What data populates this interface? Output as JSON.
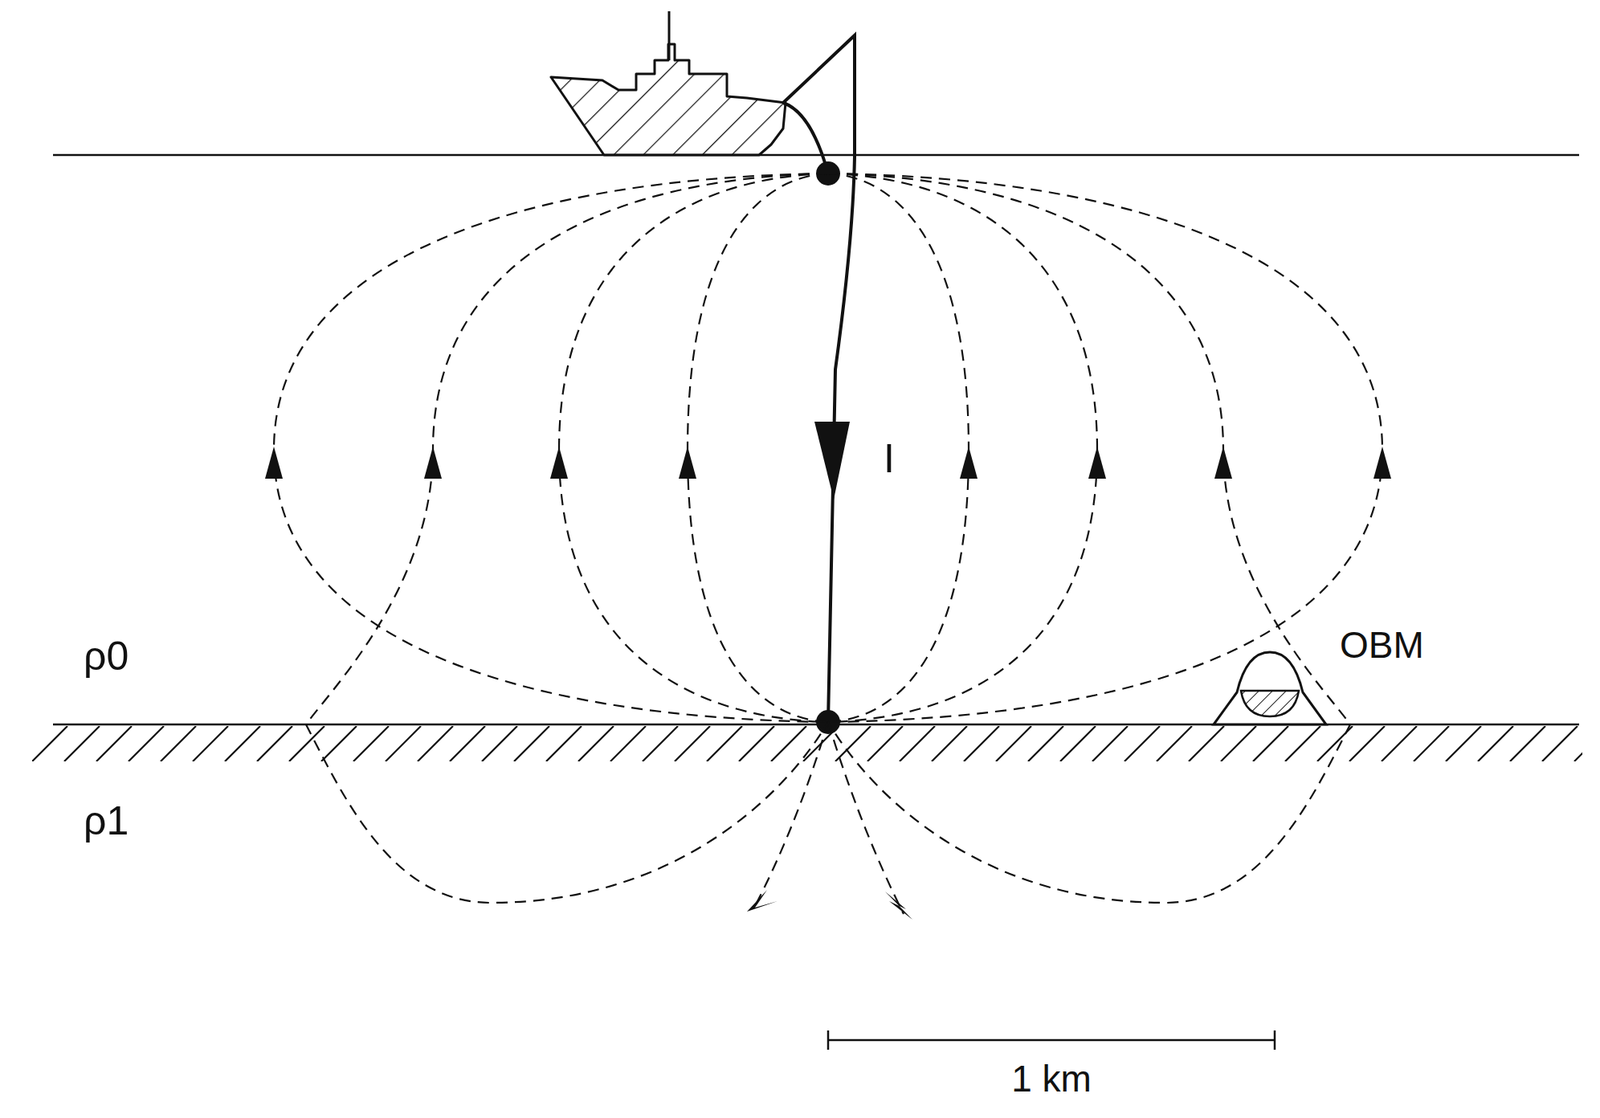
{
  "diagram": {
    "labels": [
      "I",
      "ρ0",
      "ρ1",
      "OBM",
      "1 km"
    ]
  }
}
